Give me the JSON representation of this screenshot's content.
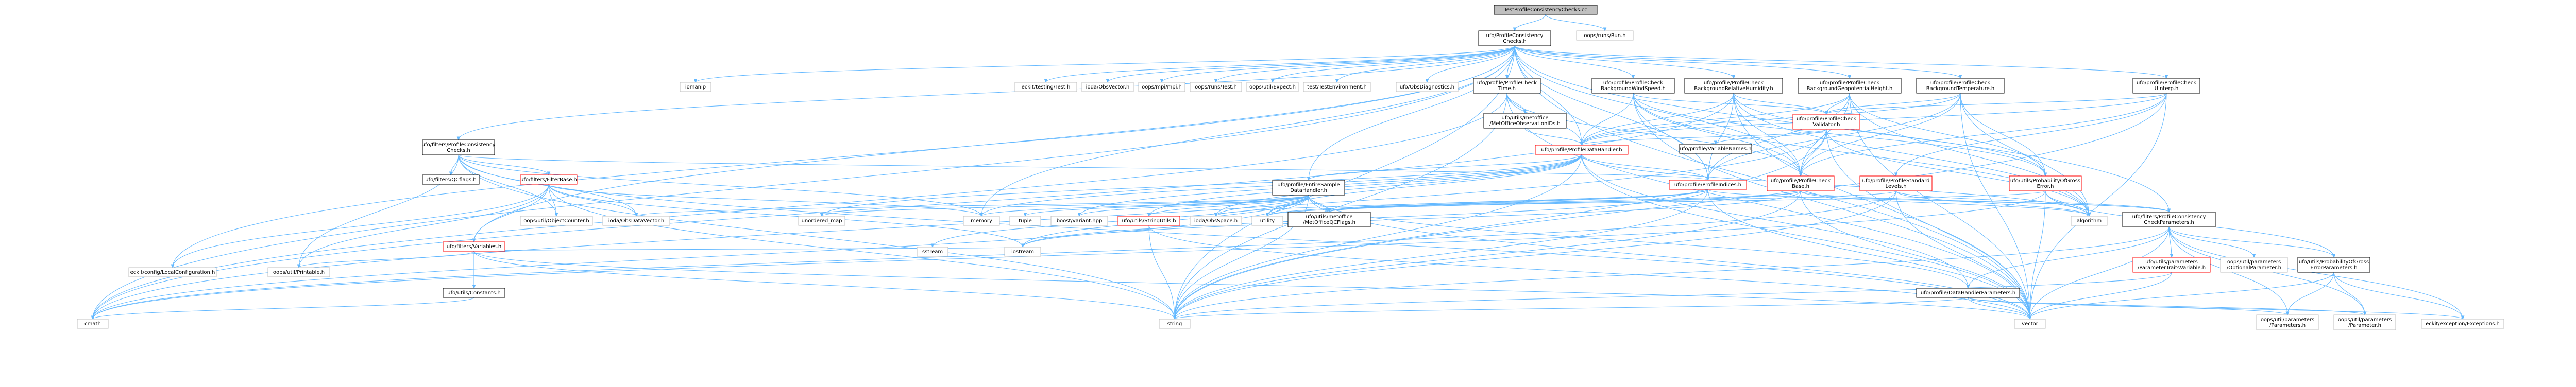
{
  "colors": {
    "edge": "#63b8ff",
    "highlight": "#bfbfbf",
    "warning": "#ff0000"
  },
  "nodes": {
    "root": [
      "TestProfileConsistencyChecks.cc"
    ],
    "pcc": [
      "ufo/ProfileConsistency",
      "Checks.h"
    ],
    "run": [
      "oops/runs/Run.h"
    ],
    "iomanip": [
      "iomanip"
    ],
    "testing": [
      "eckit/testing/Test.h"
    ],
    "iodavec": [
      "ioda/ObsVector.h"
    ],
    "mpi": [
      "oops/mpi/mpi.h"
    ],
    "runstest": [
      "oops/runs/Test.h"
    ],
    "expect": [
      "oops/util/Expect.h"
    ],
    "testenv": [
      "test/TestEnvironment.h"
    ],
    "obsdiag": [
      "ufo/ObsDiagnostics.h"
    ],
    "pctime": [
      "ufo/profile/ProfileCheck",
      "Time.h"
    ],
    "pcbgwind": [
      "ufo/profile/ProfileCheck",
      "BackgroundWindSpeed.h"
    ],
    "pcbgrh": [
      "ufo/profile/ProfileCheck",
      "BackgroundRelativeHumidity.h"
    ],
    "pcbggh": [
      "ufo/profile/ProfileCheck",
      "BackgroundGeopotentialHeight.h"
    ],
    "pcbgtemp": [
      "ufo/profile/ProfileCheck",
      "BackgroundTemperature.h"
    ],
    "pcuinterp": [
      "ufo/profile/ProfileCheck",
      "UInterp.h"
    ],
    "metoffice": [
      "ufo/utils/metoffice",
      "/MetOfficeObservationIDs.h"
    ],
    "validator": [
      "ufo/profile/ProfileCheck",
      "Validator.h"
    ],
    "varnames": [
      "ufo/profile/VariableNames.h"
    ],
    "filtpcc": [
      "ufo/filters/ProfileConsistency",
      "Checks.h"
    ],
    "pdh": [
      "ufo/profile/ProfileDataHandler.h"
    ],
    "qcflags": [
      "ufo/filters/QCflags.h"
    ],
    "filterbase": [
      "ufo/filters/FilterBase.h"
    ],
    "entsample": [
      "ufo/profile/EntireSample",
      "DataHandler.h"
    ],
    "pindices": [
      "ufo/profile/ProfileIndices.h"
    ],
    "pcbase": [
      "ufo/profile/ProfileCheck",
      "Base.h"
    ],
    "pstdlevels": [
      "ufo/profile/ProfileStandard",
      "Levels.h"
    ],
    "probgross": [
      "ufo/utils/ProbabilityOfGross",
      "Error.h"
    ],
    "algorithm": [
      "algorithm"
    ],
    "objcounter": [
      "oops/util/ObjectCounter.h"
    ],
    "variables": [
      "ufo/filters/Variables.h"
    ],
    "obsdatavec": [
      "ioda/ObsDataVector.h"
    ],
    "unordered": [
      "unordered_map"
    ],
    "memory": [
      "memory"
    ],
    "tuple": [
      "tuple"
    ],
    "variant": [
      "boost/variant.hpp"
    ],
    "stringutils": [
      "ufo/utils/StringUtils.h"
    ],
    "obsspace": [
      "ioda/ObsSpace.h"
    ],
    "utility": [
      "utility"
    ],
    "metflags": [
      "ufo/utils/metoffice",
      "/MetOfficeQCFlags.h"
    ],
    "pccparams": [
      "ufo/filters/ProfileConsistency",
      "CheckParameters.h"
    ],
    "localconf": [
      "eckit/config/LocalConfiguration.h"
    ],
    "printable": [
      "oops/util/Printable.h"
    ],
    "constants": [
      "ufo/utils/Constants.h"
    ],
    "cmath": [
      "cmath"
    ],
    "sstream": [
      "sstream"
    ],
    "iostream": [
      "iostream"
    ],
    "string": [
      "string"
    ],
    "vector": [
      "vector"
    ],
    "pdhparams": [
      "ufo/profile/DataHandlerParameters.h"
    ],
    "paramvar": [
      "ufo/utils/parameters",
      "/ParameterTraitsVariable.h"
    ],
    "optparam": [
      "oops/util/parameters",
      "/OptionalParameter.h"
    ],
    "probparams": [
      "ufo/utils/ProbabilityOfGross",
      "ErrorParameters.h"
    ],
    "params": [
      "oops/util/parameters",
      "/Parameters.h"
    ],
    "param": [
      "oops/util/parameters",
      "/Parameter.h"
    ],
    "exceptions": [
      "eckit/exception/Exceptions.h"
    ]
  }
}
